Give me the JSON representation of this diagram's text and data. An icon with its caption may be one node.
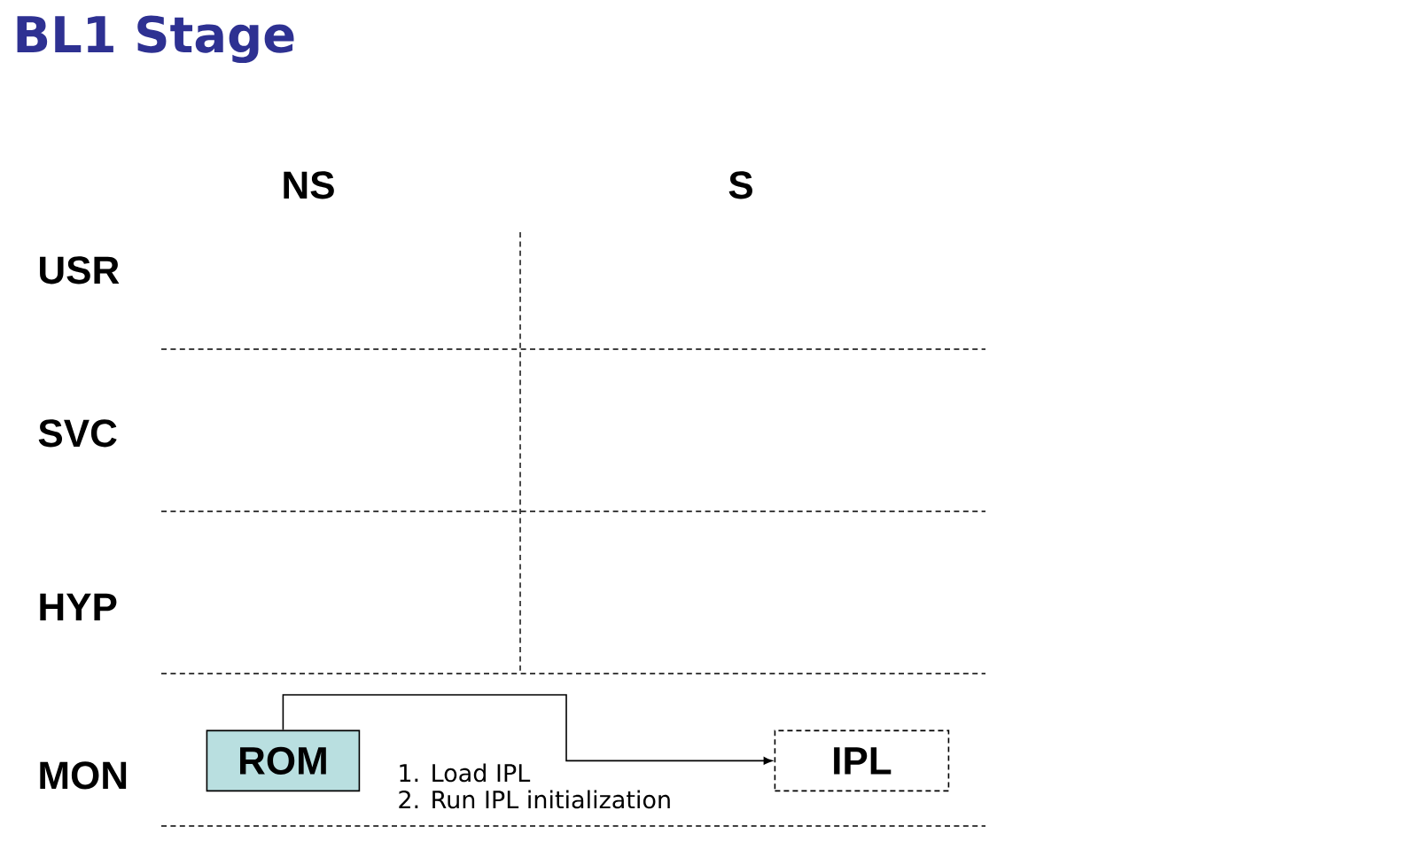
{
  "diagram": {
    "title": "BL1 Stage",
    "nodes": [
      {
        "text": [
          "ROM"
        ]
      },
      {
        "text": [
          "IPL"
        ]
      }
    ],
    "edges": [
      {
        "from": 0,
        "to": 1,
        "arrow": "to"
      }
    ],
    "labels": [
      "NS",
      "S",
      "USR",
      "SVC",
      "HYP",
      "MON",
      "1. Load IPL",
      "2. Run IPL initialization"
    ]
  }
}
